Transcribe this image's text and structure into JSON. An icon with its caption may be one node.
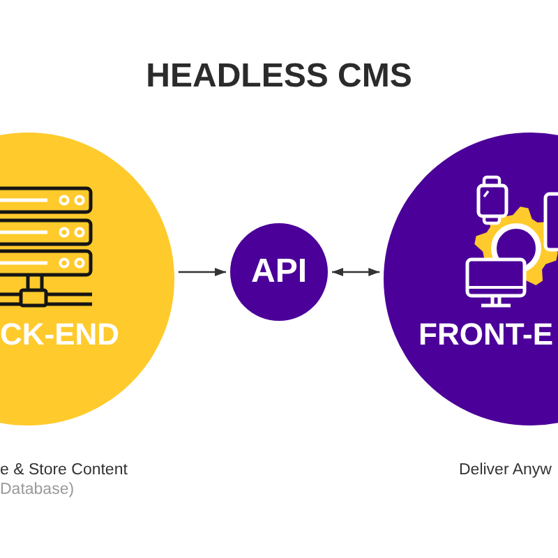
{
  "diagram": {
    "title": "HEADLESS CMS",
    "nodes": [
      {
        "text": [
          "CK-END"
        ],
        "beside": [
          "e & Store Content",
          "Database)"
        ]
      },
      {
        "text": [
          "API"
        ]
      },
      {
        "text": [
          "FRONT-E"
        ],
        "beside": [
          "Deliver Anyw"
        ]
      }
    ],
    "edges": [
      {
        "from": 0,
        "to": 1,
        "arrow": "to"
      },
      {
        "from": 1,
        "to": 2,
        "arrow": "both"
      }
    ]
  }
}
